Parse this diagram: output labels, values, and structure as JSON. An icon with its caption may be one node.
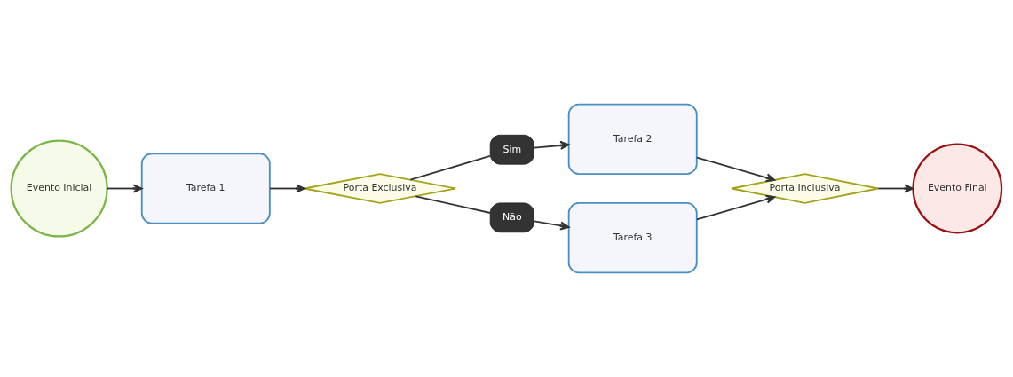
{
  "diagram": {
    "nodes": [
      {
        "text": [
          "Evento Inicial"
        ]
      },
      {
        "text": [
          "Tarefa 1"
        ]
      },
      {
        "text": [
          "Porta Exclusiva"
        ]
      },
      {
        "text": [
          "Sim"
        ]
      },
      {
        "text": [
          "Tarefa 2"
        ]
      },
      {
        "text": [
          "Não"
        ]
      },
      {
        "text": [
          "Tarefa 3"
        ]
      },
      {
        "text": [
          "Porta Inclusiva"
        ]
      },
      {
        "text": [
          "Evento Final"
        ]
      }
    ],
    "edges": [
      {
        "from": 0,
        "to": 1,
        "arrow": "to"
      },
      {
        "from": 1,
        "to": 2,
        "arrow": "to"
      },
      {
        "from": 2,
        "to": 3,
        "arrow": "none"
      },
      {
        "from": 3,
        "to": 4,
        "arrow": "to"
      },
      {
        "from": 2,
        "to": 5,
        "arrow": "none"
      },
      {
        "from": 5,
        "to": 6,
        "arrow": "to"
      },
      {
        "from": 4,
        "to": 7,
        "arrow": "to"
      },
      {
        "from": 6,
        "to": 7,
        "arrow": "to"
      },
      {
        "from": 7,
        "to": 8,
        "arrow": "to"
      }
    ]
  }
}
